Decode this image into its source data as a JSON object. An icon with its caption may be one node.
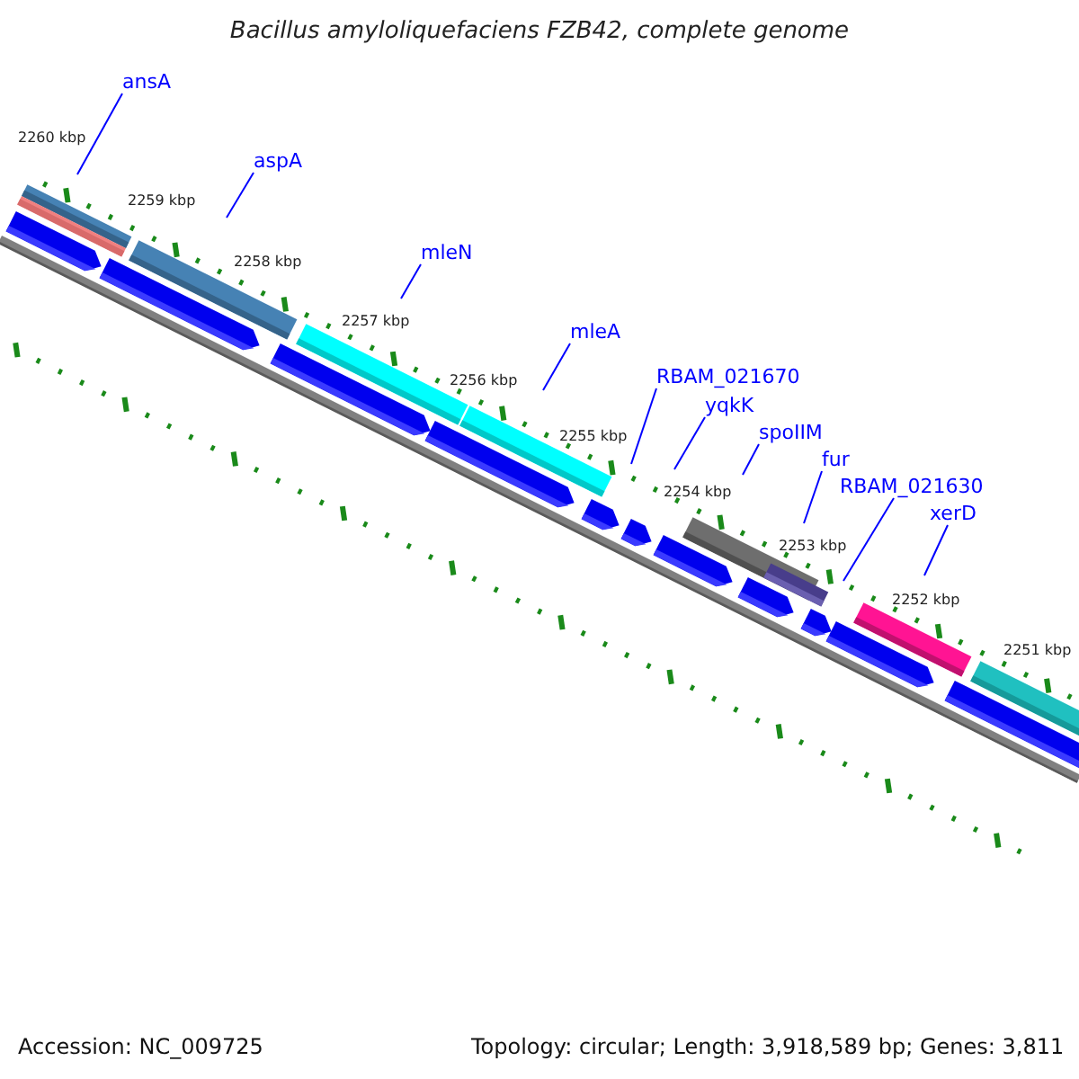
{
  "diagram": {
    "title": "Bacillus amyloliquefaciens FZB42, complete genome",
    "nodes": [
      {
        "text": [
          "ansA"
        ]
      },
      {
        "text": [
          "aspA"
        ]
      },
      {
        "text": [
          "mleN"
        ]
      },
      {
        "text": [
          "mleA"
        ]
      },
      {
        "text": [
          "RBAM_021670"
        ]
      },
      {
        "text": [
          "yqkK"
        ]
      },
      {
        "text": [
          "spoIIM"
        ]
      },
      {
        "text": [
          "fur"
        ]
      },
      {
        "text": [
          "RBAM_021630"
        ]
      },
      {
        "text": [
          "xerD"
        ]
      }
    ],
    "edges": [
      {
        "from": 0,
        "to": null,
        "arrow": "none"
      },
      {
        "from": 1,
        "to": null,
        "arrow": "none"
      },
      {
        "from": 2,
        "to": null,
        "arrow": "none"
      },
      {
        "from": 3,
        "to": null,
        "arrow": "none"
      },
      {
        "from": 4,
        "to": null,
        "arrow": "none"
      },
      {
        "from": 5,
        "to": null,
        "arrow": "none"
      },
      {
        "from": 6,
        "to": null,
        "arrow": "none"
      },
      {
        "from": 7,
        "to": null,
        "arrow": "none"
      },
      {
        "from": 8,
        "to": null,
        "arrow": "none"
      },
      {
        "from": 9,
        "to": null,
        "arrow": "none"
      }
    ],
    "labels": [
      "2260 kbp",
      "2259 kbp",
      "2258 kbp",
      "2257 kbp",
      "2256 kbp",
      "2255 kbp",
      "2254 kbp",
      "2253 kbp",
      "2252 kbp",
      "2251 kbp",
      "Accession: NC_009725",
      "Topology: circular; Length: 3,918,589 bp; Genes: 3,811"
    ]
  }
}
